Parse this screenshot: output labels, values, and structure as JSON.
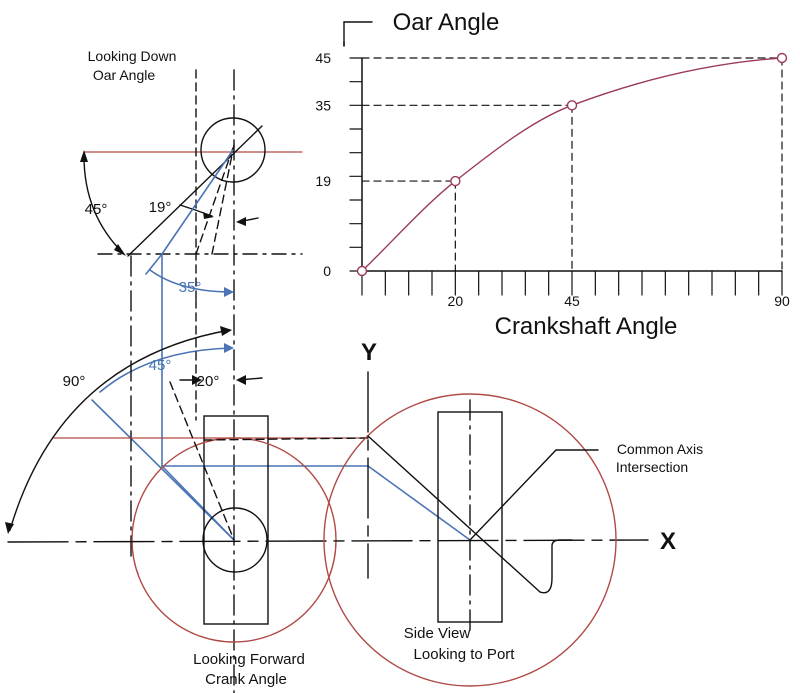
{
  "labels": {
    "top_view_line1": "Looking Down",
    "top_view_line2": "Oar Angle",
    "front_view_line1": "Looking Forward",
    "front_view_line2": "Crank Angle",
    "side_view_line1": "Side View",
    "side_view_line2": "Looking to Port",
    "common_axis_line1": "Common Axis",
    "common_axis_line2": "Intersection",
    "axis_x": "X",
    "axis_y": "Y"
  },
  "angles": {
    "a45": "45°",
    "a19": "19°",
    "a35": "35°",
    "a90": "90°",
    "a45b": "45°",
    "a20": "20°"
  },
  "colors": {
    "ink": "#111111",
    "red": "#b04a45",
    "blue": "#4a74b5",
    "curve": "#9a3a5a"
  },
  "chart_data": {
    "type": "line",
    "title": "Oar Angle",
    "xlabel": "Crankshaft Angle",
    "ylabel": "Oar Angle",
    "x": [
      0,
      20,
      45,
      90
    ],
    "y": [
      0,
      19,
      35,
      45
    ],
    "xticks": [
      "20",
      "45",
      "90"
    ],
    "yticks": [
      "0",
      "19",
      "35",
      "45"
    ],
    "xlim": [
      0,
      90
    ],
    "ylim": [
      0,
      45
    ],
    "marked_points": [
      [
        0,
        0
      ],
      [
        20,
        19
      ],
      [
        45,
        35
      ],
      [
        90,
        45
      ]
    ]
  }
}
